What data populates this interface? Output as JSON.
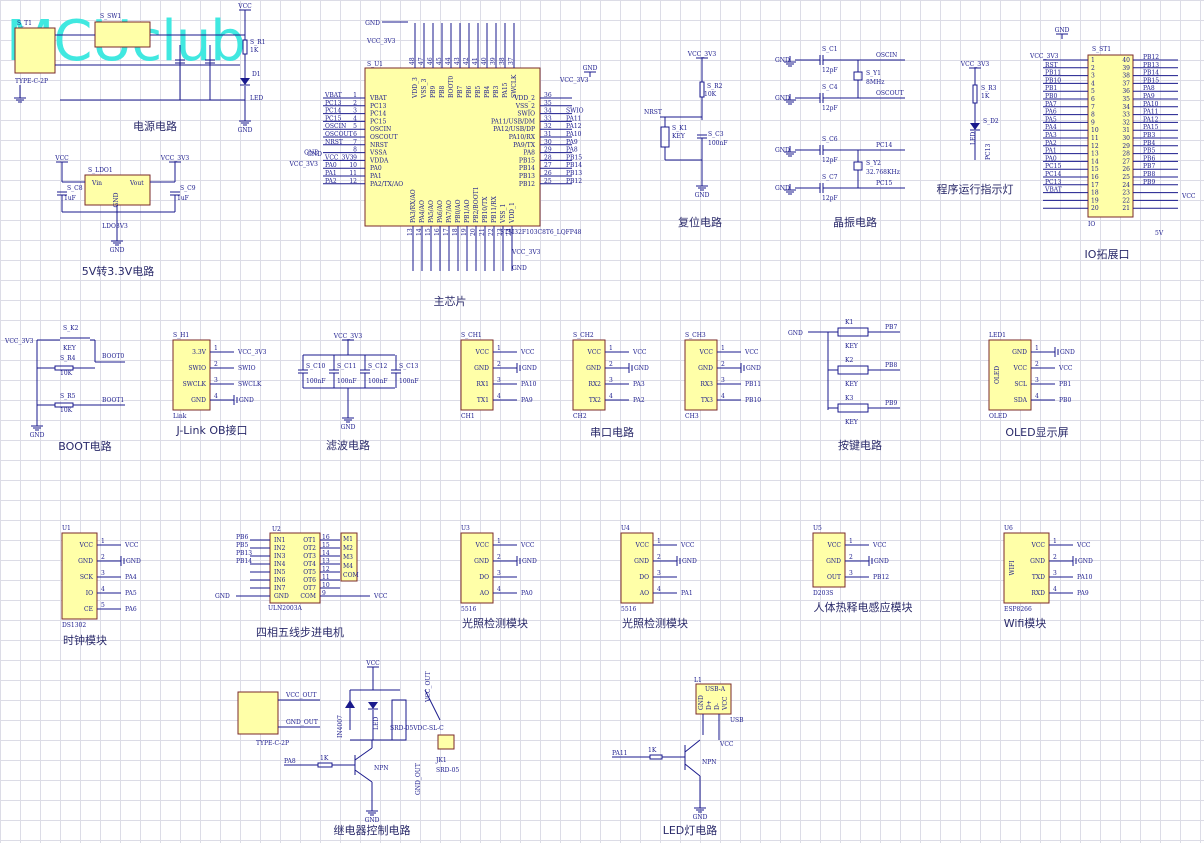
{
  "watermark": "MCUclub",
  "sections": [
    {
      "id": "power",
      "title": "电源电路"
    },
    {
      "id": "ldo",
      "title": "5V转3.3V电路"
    },
    {
      "id": "mcu",
      "title": "主芯片"
    },
    {
      "id": "reset",
      "title": "复位电路"
    },
    {
      "id": "crystal",
      "title": "晶振电路"
    },
    {
      "id": "runled",
      "title": "程序运行指示灯"
    },
    {
      "id": "io",
      "title": "IO拓展口"
    },
    {
      "id": "boot",
      "title": "BOOT电路"
    },
    {
      "id": "jlink",
      "title": "J-Link OB接口"
    },
    {
      "id": "filter",
      "title": "滤波电路"
    },
    {
      "id": "uart",
      "title": "串口电路"
    },
    {
      "id": "keys",
      "title": "按键电路"
    },
    {
      "id": "oled",
      "title": "OLED显示屏"
    },
    {
      "id": "clock",
      "title": "时钟模块"
    },
    {
      "id": "stepper",
      "title": "四相五线步进电机"
    },
    {
      "id": "light1",
      "title": "光照检测模块"
    },
    {
      "id": "light2",
      "title": "光照检测模块"
    },
    {
      "id": "pir",
      "title": "人体热释电感应模块"
    },
    {
      "id": "wifi",
      "title": "Wifi模块"
    },
    {
      "id": "relay",
      "title": "继电器控制电路"
    },
    {
      "id": "led",
      "title": "LED灯电路"
    }
  ],
  "mcu": {
    "designator": "S_U1",
    "part": "STM32F103C8T6_LQFP48",
    "left_pins": [
      {
        "num": "1",
        "name": "VBAT",
        "net": "VBAT"
      },
      {
        "num": "2",
        "name": "PC13",
        "net": "PC13"
      },
      {
        "num": "3",
        "name": "PC14",
        "net": "PC14"
      },
      {
        "num": "4",
        "name": "PC15",
        "net": "PC15"
      },
      {
        "num": "5",
        "name": "OSCIN",
        "net": "OSCIN"
      },
      {
        "num": "6",
        "name": "OSCOUT",
        "net": "OSCOUT"
      },
      {
        "num": "7",
        "name": "NRST",
        "net": "NRST"
      },
      {
        "num": "8",
        "name": "VSSA",
        "net": "GND"
      },
      {
        "num": "9",
        "name": "VDDA",
        "net": "VCC_3V3"
      },
      {
        "num": "10",
        "name": "PA0",
        "net": "PA0"
      },
      {
        "num": "11",
        "name": "PA1",
        "net": "PA1"
      },
      {
        "num": "12",
        "name": "PA2/TX/AO",
        "net": "PA2"
      }
    ],
    "right_pins": [
      {
        "num": "36",
        "name": "VDD_2",
        "net": ""
      },
      {
        "num": "35",
        "name": "VSS_2",
        "net": ""
      },
      {
        "num": "34",
        "name": "SWIO",
        "net": "SWIO"
      },
      {
        "num": "33",
        "name": "PA11/USB/DM",
        "net": "PA11"
      },
      {
        "num": "32",
        "name": "PA12/USB/DP",
        "net": "PA12"
      },
      {
        "num": "31",
        "name": "PA10/RX",
        "net": "PA10"
      },
      {
        "num": "30",
        "name": "PA9/TX",
        "net": "PA9"
      },
      {
        "num": "29",
        "name": "PA8",
        "net": "PA8"
      },
      {
        "num": "28",
        "name": "PB15",
        "net": "PB15"
      },
      {
        "num": "27",
        "name": "PB14",
        "net": "PB14"
      },
      {
        "num": "26",
        "name": "PB13",
        "net": "PB13"
      },
      {
        "num": "25",
        "name": "PB12",
        "net": "PB12"
      }
    ],
    "top_nets": [
      "GND",
      "VCC_3V3"
    ],
    "top_pins": [
      "VDD_3",
      "VSS_3",
      "PB9",
      "PB8",
      "BOOT0",
      "PB7",
      "PB6",
      "PB5",
      "PB4",
      "PB3",
      "PA15",
      "SWCLK"
    ],
    "top_nums": [
      "48",
      "47",
      "46",
      "45",
      "44",
      "43",
      "42",
      "41",
      "40",
      "39",
      "38",
      "37"
    ],
    "bottom_pins": [
      "PA3/RX/AO",
      "PA4/AO",
      "PA5/AO",
      "PA6/AO",
      "PA7/AO",
      "PB0/AO",
      "PB1/AO",
      "PB2/BOOT1",
      "PB10/TX",
      "PB11/RX",
      "VSS_1",
      "VDD_1"
    ],
    "bottom_nums": [
      "13",
      "14",
      "15",
      "16",
      "17",
      "18",
      "19",
      "20",
      "21",
      "22",
      "23",
      "24"
    ],
    "bottom_nets": [
      "VCC_3V3",
      "GND"
    ]
  },
  "power": {
    "parts": [
      "S_T1",
      "S_SW1",
      "S_R1",
      "D1"
    ],
    "ref": "TYPE-C-2P",
    "rail": "VCC",
    "gnd": "GND",
    "led": "LED",
    "r": "1K"
  },
  "ldo": {
    "designator": "S_LDO1",
    "part": "LDO3V3",
    "vin": "Vin",
    "vout": "Vout",
    "gnd": "GND",
    "in_net": "VCC",
    "out_net": "VCC_3V3",
    "c_in": "S_C8",
    "c_out": "S_C9",
    "c_val": "1uF"
  },
  "reset": {
    "net": "VCC_3V3",
    "r": "S_R2",
    "r_val": "10K",
    "key": "S_K1",
    "key_lbl": "KEY",
    "c": "S_C3",
    "c_val": "100nF",
    "nrst": "NRST",
    "gnd": "GND"
  },
  "crystal": {
    "c1": "S_C1",
    "c4": "S_C4",
    "c6": "S_C6",
    "c7": "S_C7",
    "cval": "12pF",
    "y1": "S_Y1",
    "y1val": "8MHz",
    "y2": "S_Y2",
    "y2val": "32.768KHz",
    "nets": [
      "OSCIN",
      "OSCOUT",
      "PC14",
      "PC15"
    ],
    "gnd": "GND"
  },
  "runled": {
    "net": "VCC_3V3",
    "r": "S_R3",
    "r_val": "1K",
    "d": "S_D2",
    "led": "LED",
    "pin": "PC13"
  },
  "io": {
    "designator": "S_ST1",
    "ref": "IO",
    "left_net": "VCC_3V3",
    "gnd": "GND",
    "right_net": "VCC",
    "bottom_net": "5V",
    "left": [
      "",
      "RST",
      "PB11",
      "PB10",
      "PB1",
      "PB0",
      "PA7",
      "PA6",
      "PA5",
      "PA4",
      "PA3",
      "PA2",
      "PA1",
      "PA0",
      "PC15",
      "PC14",
      "PC13",
      "VBAT"
    ],
    "left_nums": [
      "1",
      "2",
      "3",
      "4",
      "5",
      "6",
      "7",
      "8",
      "9",
      "10",
      "11",
      "12",
      "13",
      "14",
      "15",
      "16",
      "17",
      "18",
      "19",
      "20"
    ],
    "right_nums": [
      "40",
      "39",
      "38",
      "37",
      "36",
      "35",
      "34",
      "33",
      "32",
      "31",
      "30",
      "29",
      "28",
      "27",
      "26",
      "25",
      "24",
      "23",
      "22",
      "21"
    ],
    "right": [
      "PB12",
      "PB13",
      "PB14",
      "PB15",
      "PA8",
      "PA9",
      "PA10",
      "PA11",
      "PA12",
      "PA15",
      "PB3",
      "PB4",
      "PB5",
      "PB6",
      "PB7",
      "PB8",
      "PB9",
      "",
      "",
      ""
    ]
  },
  "boot": {
    "net": "VCC_3V3",
    "key": "S_K2",
    "key_lbl": "KEY",
    "r4": "S_R4",
    "r5": "S_R5",
    "rval": "10K",
    "nets": [
      "BOOT0",
      "BOOT1"
    ],
    "gnd": "GND"
  },
  "jlink": {
    "designator": "S_H1",
    "ref": "Link",
    "pins": [
      "3.3V",
      "SWIO",
      "SWCLK",
      "GND"
    ],
    "nets": [
      "VCC_3V3",
      "SWIO",
      "SWCLK",
      "GND"
    ]
  },
  "filter": {
    "net": "VCC_3V3",
    "caps": [
      "S_C10",
      "S_C11",
      "S_C12",
      "S_C13"
    ],
    "val": "100nF",
    "gnd": "GND"
  },
  "uart": [
    {
      "designator": "S_CH1",
      "ref": "CH1",
      "pins": [
        "VCC",
        "GND",
        "RX1",
        "TX1"
      ],
      "nets": [
        "VCC",
        "GND",
        "PA10",
        "PA9"
      ]
    },
    {
      "designator": "S_CH2",
      "ref": "CH2",
      "pins": [
        "VCC",
        "GND",
        "RX2",
        "TX2"
      ],
      "nets": [
        "VCC",
        "GND",
        "PA3",
        "PA2"
      ]
    },
    {
      "designator": "S_CH3",
      "ref": "CH3",
      "pins": [
        "VCC",
        "GND",
        "RX3",
        "TX3"
      ],
      "nets": [
        "VCC",
        "GND",
        "PB11",
        "PB10"
      ]
    }
  ],
  "keys": {
    "gnd": "GND",
    "items": [
      {
        "d": "K1",
        "net": "PB7"
      },
      {
        "d": "K2",
        "net": "PB8"
      },
      {
        "d": "K3",
        "net": "PB9"
      }
    ],
    "lbl": "KEY"
  },
  "oled": {
    "designator": "LED1",
    "ref": "OLED",
    "pins": [
      "GND",
      "VCC",
      "SCL",
      "SDA"
    ],
    "nets": [
      "GND",
      "VCC",
      "PB1",
      "PB0"
    ]
  },
  "clock": {
    "designator": "U1",
    "ref": "DS1302",
    "pins": [
      "VCC",
      "GND",
      "SCK",
      "IO",
      "CE"
    ],
    "nets": [
      "VCC",
      "GND",
      "PA4",
      "PA5",
      "PA6"
    ]
  },
  "stepper": {
    "designator": "U2",
    "ref": "ULN2003A",
    "in": [
      "IN1",
      "IN2",
      "IN3",
      "IN4",
      "IN5",
      "IN6",
      "IN7",
      "GND"
    ],
    "out": [
      "OT1",
      "OT2",
      "OT3",
      "OT4",
      "OT5",
      "OT6",
      "OT7",
      "COM"
    ],
    "nums": [
      "16",
      "15",
      "14",
      "13",
      "12",
      "11",
      "10",
      "9"
    ],
    "nets": [
      "PB6",
      "PB5",
      "PB13",
      "PB14"
    ],
    "m": [
      "M1",
      "M2",
      "M3",
      "M4",
      "COM"
    ],
    "gnd": "GND",
    "vcc": "VCC"
  },
  "light1": {
    "designator": "U3",
    "ref": "5516",
    "pins": [
      "VCC",
      "GND",
      "DO",
      "AO"
    ],
    "nets": [
      "VCC",
      "GND",
      "",
      "PA0"
    ]
  },
  "light2": {
    "designator": "U4",
    "ref": "5516",
    "pins": [
      "VCC",
      "GND",
      "DO",
      "AO"
    ],
    "nets": [
      "VCC",
      "GND",
      "",
      "PA1"
    ]
  },
  "pir": {
    "designator": "U5",
    "ref": "D203S",
    "pins": [
      "VCC",
      "GND",
      "OUT"
    ],
    "nets": [
      "VCC",
      "GND",
      "PB12"
    ]
  },
  "wifi": {
    "designator": "U6",
    "ref": "ESP8266",
    "body": "WIFI",
    "pins": [
      "VCC",
      "GND",
      "TXD",
      "RXD"
    ],
    "nets": [
      "VCC",
      "GND",
      "PA10",
      "PA9"
    ]
  },
  "relay": {
    "ref": "TYPE-C-2P",
    "nets": [
      "VCC_OUT",
      "GND_OUT"
    ],
    "vcc": "VCC",
    "diode": "IN4007",
    "led": "LED",
    "jk": "JK1",
    "jk_part": "SRD-05",
    "coil": "SRD-05VDC-SL-C",
    "ctrl": "PA8",
    "r": "1K",
    "q": "NPN",
    "vout": "VCC_OUT",
    "gout": "GND_OUT",
    "gnd": "GND"
  },
  "led": {
    "designator": "L1",
    "ref": "USB",
    "body": "USB-A",
    "pins": [
      "GND",
      "D+",
      "D-",
      "VCC"
    ],
    "net": "PA11",
    "r": "1K",
    "q": "NPN",
    "vcc": "VCC",
    "gnd": "GND"
  }
}
